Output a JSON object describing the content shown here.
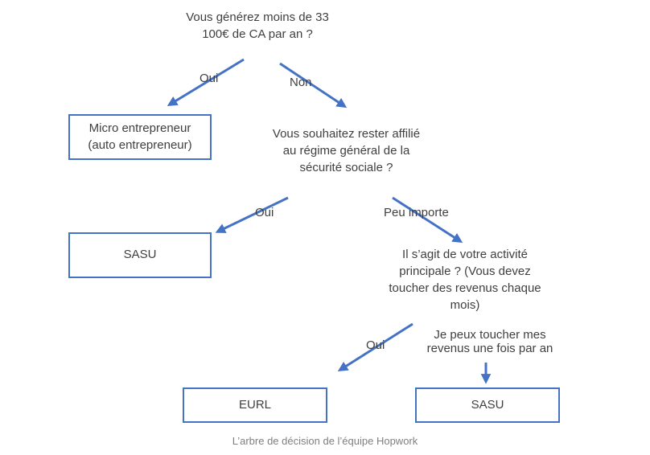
{
  "colors": {
    "accent": "#4472C4",
    "text": "#3f3f3f",
    "caption": "#7f7f7f"
  },
  "questions": {
    "q1": "Vous générez moins de 33 100€ de CA par an ?",
    "q2": "Vous souhaitez rester affilié au régime général de la sécurité sociale ?",
    "q3": "Il s’agit de votre activité principale ? (Vous devez toucher des revenus chaque mois)"
  },
  "boxes": {
    "micro": "Micro entrepreneur (auto entrepreneur)",
    "sasu1": "SASU",
    "eurl": "EURL",
    "sasu2": "SASU"
  },
  "edge_labels": {
    "oui1": "Oui",
    "non1": "Non",
    "oui2": "Oui",
    "peu_importe": "Peu importe",
    "oui3": "Oui",
    "une_fois_par_an": "Je peux toucher mes revenus une fois par an"
  },
  "caption": "L’arbre de décision de l’équipe Hopwork"
}
